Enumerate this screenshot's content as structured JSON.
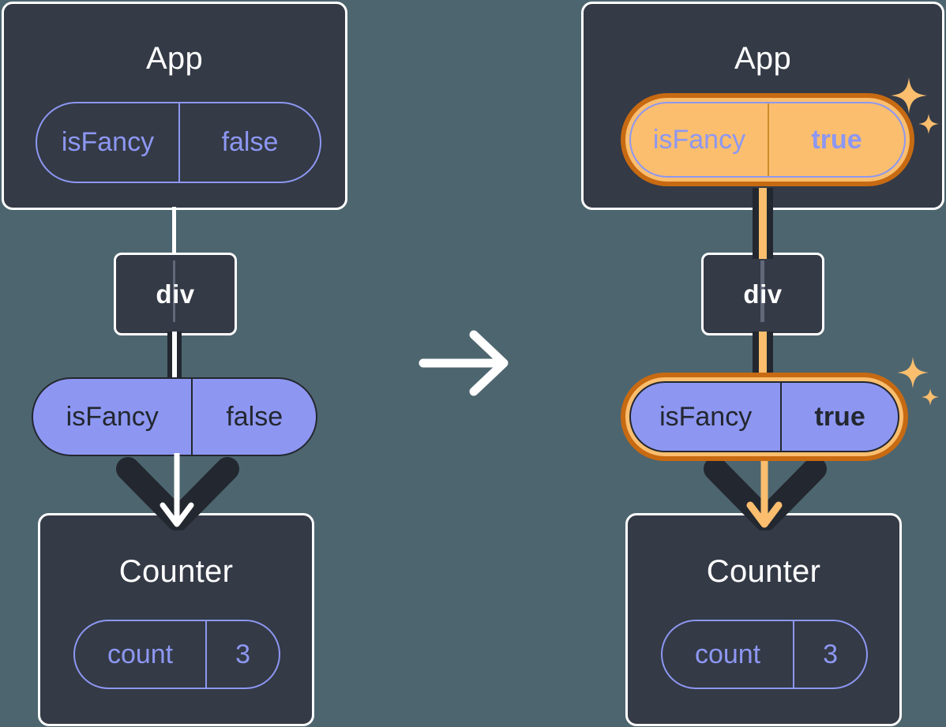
{
  "diagram": {
    "title_before": "App",
    "title_after": "App",
    "transition_icon": "arrow-right-icon",
    "sparkle_icon": "sparkles-icon"
  },
  "colors": {
    "background": "#4d656f",
    "box_fill": "#343a46",
    "box_border": "#ffffff",
    "state_purple": "#8d97f2",
    "dark_ink": "#23272f",
    "highlight_amber": "#fabe6e",
    "highlight_orange": "#c76a12"
  },
  "before": {
    "app": {
      "label": "App",
      "state": {
        "name": "isFancy",
        "value": "false",
        "highlighted": false,
        "style": "outline"
      }
    },
    "div": {
      "label": "div"
    },
    "prop": {
      "name": "isFancy",
      "value": "false",
      "highlighted": false,
      "style": "filled"
    },
    "counter": {
      "label": "Counter",
      "state": {
        "name": "count",
        "value": "3",
        "highlighted": false,
        "style": "outline"
      }
    }
  },
  "after": {
    "app": {
      "label": "App",
      "state": {
        "name": "isFancy",
        "value": "true",
        "highlighted": true,
        "style": "outline"
      }
    },
    "div": {
      "label": "div"
    },
    "prop": {
      "name": "isFancy",
      "value": "true",
      "highlighted": true,
      "style": "filled"
    },
    "counter": {
      "label": "Counter",
      "state": {
        "name": "count",
        "value": "3",
        "highlighted": false,
        "style": "outline"
      }
    }
  }
}
